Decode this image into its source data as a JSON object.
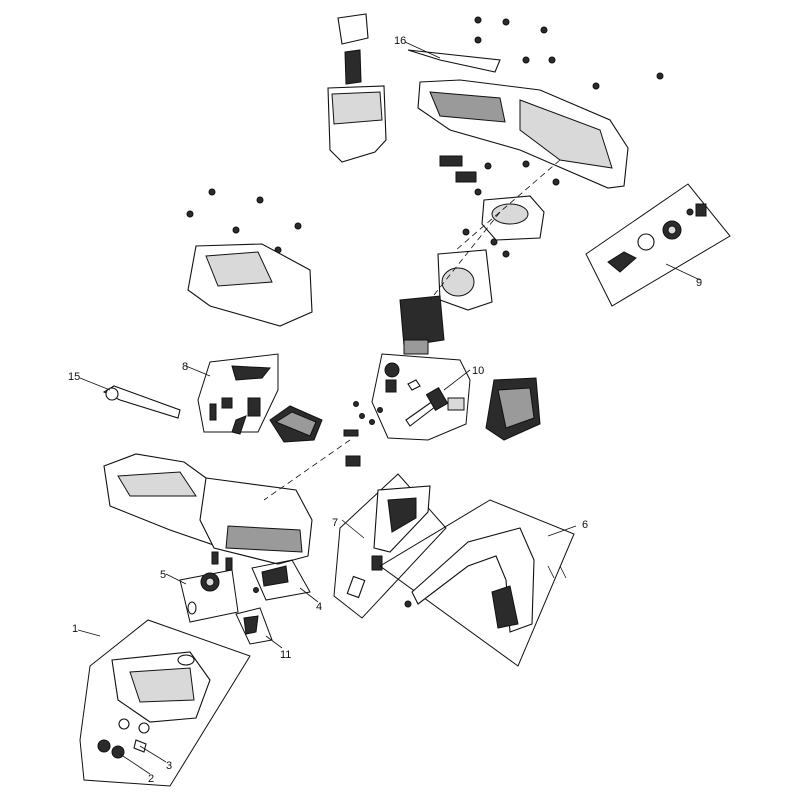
{
  "callouts": [
    {
      "id": "c1",
      "label": "1"
    },
    {
      "id": "c2",
      "label": "2"
    },
    {
      "id": "c3",
      "label": "3"
    },
    {
      "id": "c4",
      "label": "4"
    },
    {
      "id": "c5",
      "label": "5"
    },
    {
      "id": "c6",
      "label": "6"
    },
    {
      "id": "c7",
      "label": "7"
    },
    {
      "id": "c8",
      "label": "8"
    },
    {
      "id": "c9",
      "label": "9"
    },
    {
      "id": "c10",
      "label": "10"
    },
    {
      "id": "c11",
      "label": "11"
    },
    {
      "id": "c15",
      "label": "15"
    },
    {
      "id": "c16",
      "label": "16"
    }
  ]
}
